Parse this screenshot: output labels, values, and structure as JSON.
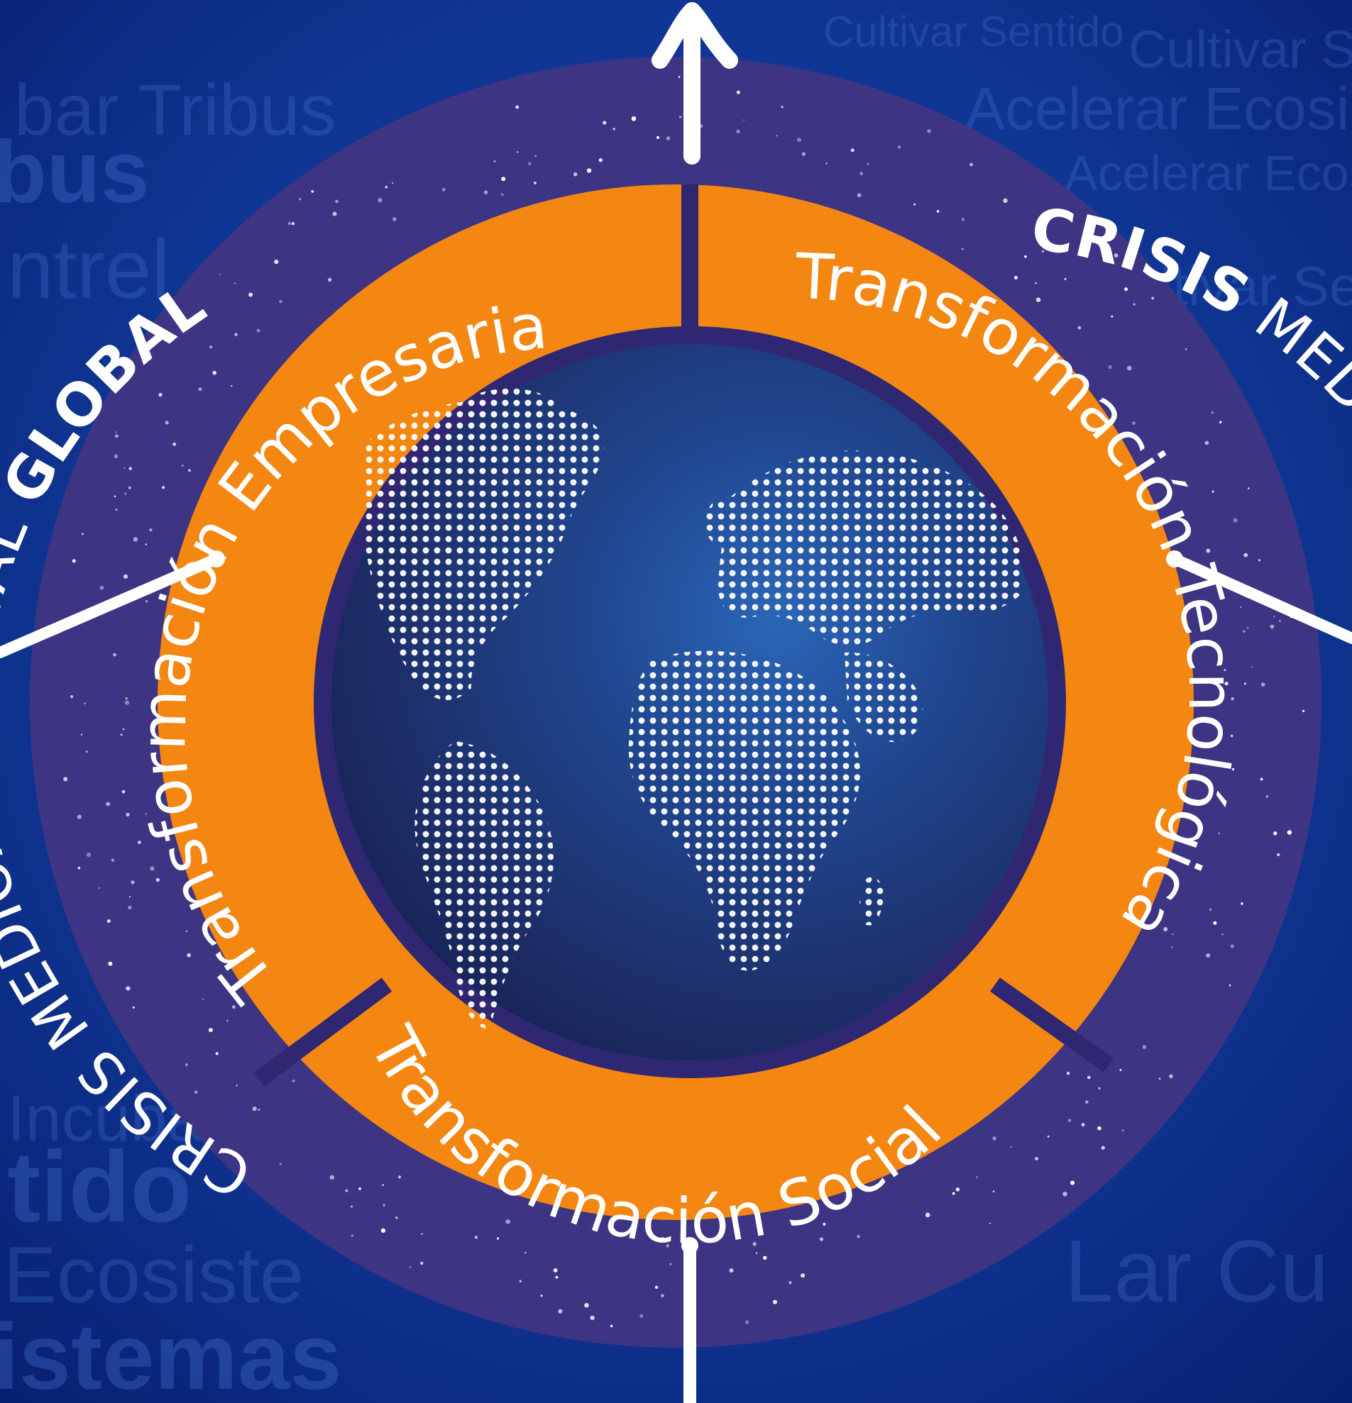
{
  "background_words": [
    "Cultivar Sentido",
    "Cultivar S",
    "Acelerar Ecosistemas",
    "Acelerar Ecosiste",
    "bar Tribus",
    "bus",
    "ntrel",
    "tido",
    "Ecosiste",
    "istemas",
    "Lar Cu",
    "Cultivar Sentido",
    "Incubar Tribus"
  ],
  "outer_ring": {
    "left": {
      "regular": "CRISIS MEDIOAMBIENTAL ",
      "bold": "GLOBAL"
    },
    "right": {
      "bold": "CRISIS",
      "regular": " MEDIOAMBIENTAL GLOBAL"
    }
  },
  "inner_ring": {
    "left": "Transformación Empresarial",
    "right": "Transformación Tecnológica",
    "bottom": "Transformación Social"
  },
  "colors": {
    "background": "#0c2f8c",
    "outer_ring": "#3d3583",
    "inner_ring": "#f48612",
    "divider": "#302772",
    "globe_dark": "#1a2b66",
    "arrows": "#ffffff"
  }
}
